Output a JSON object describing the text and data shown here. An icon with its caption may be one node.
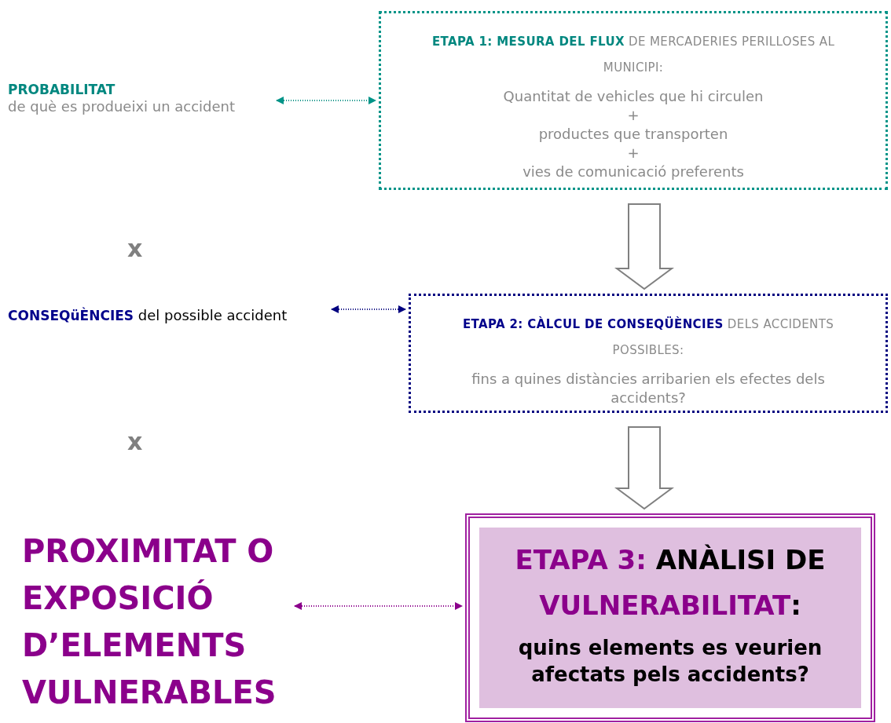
{
  "diagram": {
    "nodes": [
      {
        "text": [
          "PROBABILITAT",
          "de què es produeixi un accident"
        ]
      },
      {
        "text": [
          "**ETAPA 1: MESURA DEL FLUX** DE MERCADERIES PERILLOSES AL MUNICIPI:",
          "Quantitat de vehicles que hi circulen",
          "+",
          "productes que transporten",
          "+",
          "vies de comunicació preferents"
        ]
      },
      {
        "text": [
          "**CONSEQüÈNCIES** del possible accident"
        ]
      },
      {
        "text": [
          "**ETAPA 2: CÀLCUL DE CONSEQÜÈNCIES** DELS ACCIDENTS POSSIBLES:",
          "fins a quines distàncies arribarien els efectes dels accidents?"
        ]
      },
      {
        "text": [
          "PROXIMITAT O EXPOSICIÓ D’ELEMENTS VULNERABLES"
        ]
      },
      {
        "text": [
          "**ETAPA 3:** ANÀLISI DE **VULNERABILITAT**:",
          "quins elements es veurien afectats pels accidents?"
        ]
      }
    ],
    "edges": [
      {
        "from": 0,
        "to": 1,
        "arrow": "both",
        "style": "dashed",
        "color": "#009488"
      },
      {
        "from": 2,
        "to": 3,
        "arrow": "both",
        "style": "dashed",
        "color": "#000080"
      },
      {
        "from": 4,
        "to": 5,
        "arrow": "both",
        "style": "dashed",
        "color": "#8b008b"
      },
      {
        "from": 1,
        "to": 3,
        "arrow": "to",
        "style": "thick",
        "color": "#808080"
      },
      {
        "from": 3,
        "to": 5,
        "arrow": "to",
        "style": "thick",
        "color": "#808080"
      }
    ],
    "labels": [
      "x",
      "x"
    ]
  }
}
